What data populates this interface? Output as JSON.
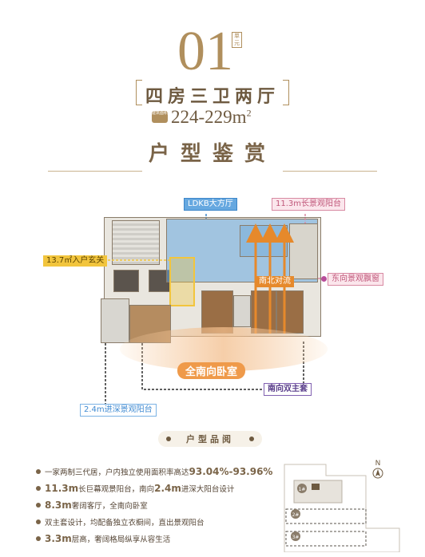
{
  "header": {
    "unit_number": "01",
    "unit_tag": "单元",
    "layout_type": "四房三卫两厅",
    "area_icon_text": "建筑面积",
    "area": "224-229m",
    "area_sup": "2",
    "appreciation_title": "户型鉴赏"
  },
  "floorplan": {
    "callouts": {
      "ldkb": "LDKB大方厅",
      "balcony": "11.3m长景观阳台",
      "entrance": "13.7㎡入户玄关",
      "bay_window": "东向景观飘窗",
      "ventilation": "南北对流",
      "south_bedrooms": "全南向卧室",
      "double_master": "南向双主套",
      "deep_balcony": "2.4m进深景观阳台"
    }
  },
  "highlights": {
    "title": "户型品阅",
    "items": [
      {
        "pre": "一家两制三代居，户内独立使用面积率高达",
        "big": "93.04%-93.96%",
        "post": ""
      },
      {
        "pre": "",
        "big": "11.3m",
        "post": "长巨幕观景阳台，南向",
        "big2": "2.4m",
        "post2": "进深大阳台设计"
      },
      {
        "pre": "",
        "big": "8.3m",
        "post": "奢阔客厅，全南向卧室"
      },
      {
        "pre": "双主套设计，均配备独立衣橱间，直出景观阳台",
        "big": "",
        "post": ""
      },
      {
        "pre": "",
        "big": "3.3m",
        "post": "层高，奢阔格局纵享从容生活"
      }
    ]
  },
  "sitemap": {
    "compass": "N",
    "building_labels": [
      "1#",
      "2#",
      "3#"
    ]
  },
  "colors": {
    "gold": "#b08f5d",
    "text": "#6e5a40",
    "blue": "#66a8e0",
    "pink": "#d88aa3",
    "yellow": "#f2c53d",
    "orange": "#e6892b",
    "purple": "#8060b0"
  }
}
